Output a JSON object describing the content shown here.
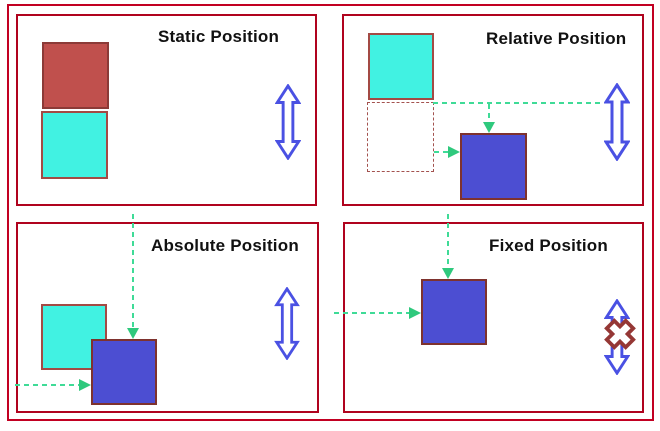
{
  "diagram": {
    "panels": [
      {
        "title": "Static Position"
      },
      {
        "title": "Relative Position"
      },
      {
        "title": "Absolute Position"
      },
      {
        "title": "Fixed Position"
      }
    ]
  },
  "icons": {
    "scroll_arrow": "vertical-double-arrow-outline",
    "no_scroll": "x-mark-cross",
    "offset_arrow": "green-dashed-arrow"
  },
  "colors": {
    "outer_border": "#c20022",
    "panel_border": "#b0031e",
    "red_fill": "#c0504d",
    "red_stroke": "#8c3a37",
    "cyan_fill": "#41f2e2",
    "cyan_stroke": "#a34a44",
    "blue_fill": "#4c4ed2",
    "blue_stroke": "#7e322e",
    "ghost_stroke": "#a3524f",
    "dash": "#3fdb97",
    "head": "#2fc97d",
    "scroll": "#4a51e3",
    "xmark": "#953735",
    "text": "#111111"
  }
}
